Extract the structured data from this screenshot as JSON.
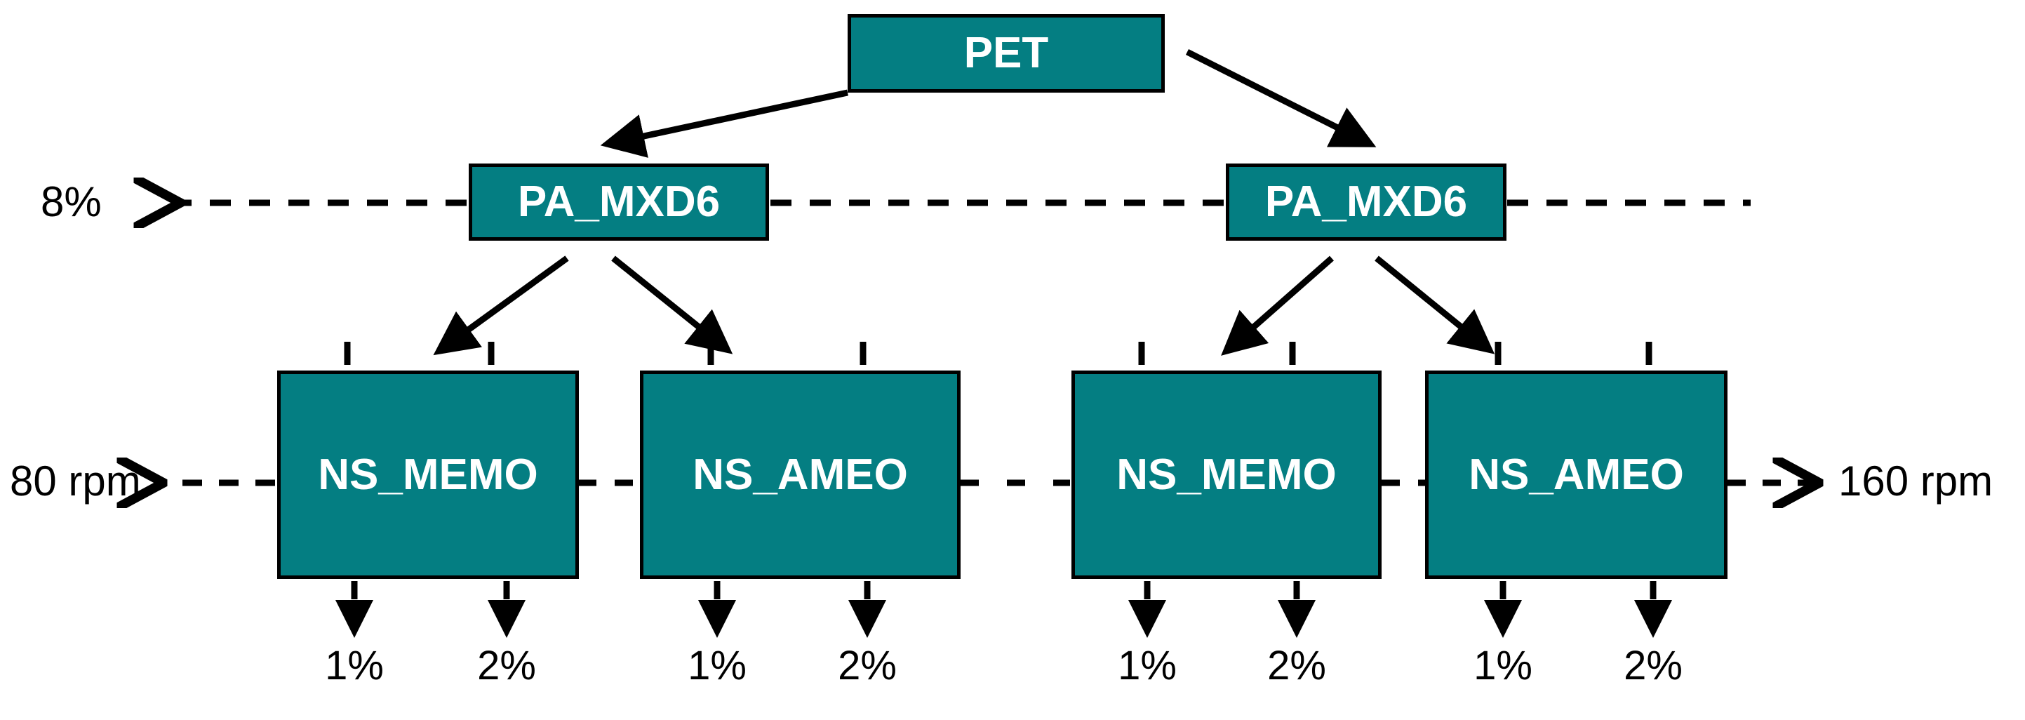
{
  "diagram": {
    "type": "tree-with-dashed-axes",
    "title": "",
    "background_color": "#ffffff",
    "node_fill_color": "#047e82",
    "node_border_color": "#000000",
    "node_text_color": "#ffffff",
    "axis_text_color": "#000000"
  },
  "root": {
    "label": "PET"
  },
  "level1": {
    "nodes": [
      {
        "label": "PA_MXD6"
      },
      {
        "label": "PA_MXD6"
      }
    ],
    "axis": {
      "left_label": "8%",
      "right_label": "",
      "arrow_direction": "left",
      "line_style": "dashed"
    }
  },
  "level2": {
    "nodes": [
      {
        "label": "NS_MEMO"
      },
      {
        "label": "NS_AMEO"
      },
      {
        "label": "NS_MEMO"
      },
      {
        "label": "NS_AMEO"
      }
    ],
    "axis": {
      "left_label": "80 rpm",
      "right_label": "160 rpm",
      "arrow_direction": "both",
      "line_style": "dashed"
    }
  },
  "leaves": {
    "labels": [
      "1%",
      "2%",
      "1%",
      "2%",
      "1%",
      "2%",
      "1%",
      "2%"
    ]
  }
}
